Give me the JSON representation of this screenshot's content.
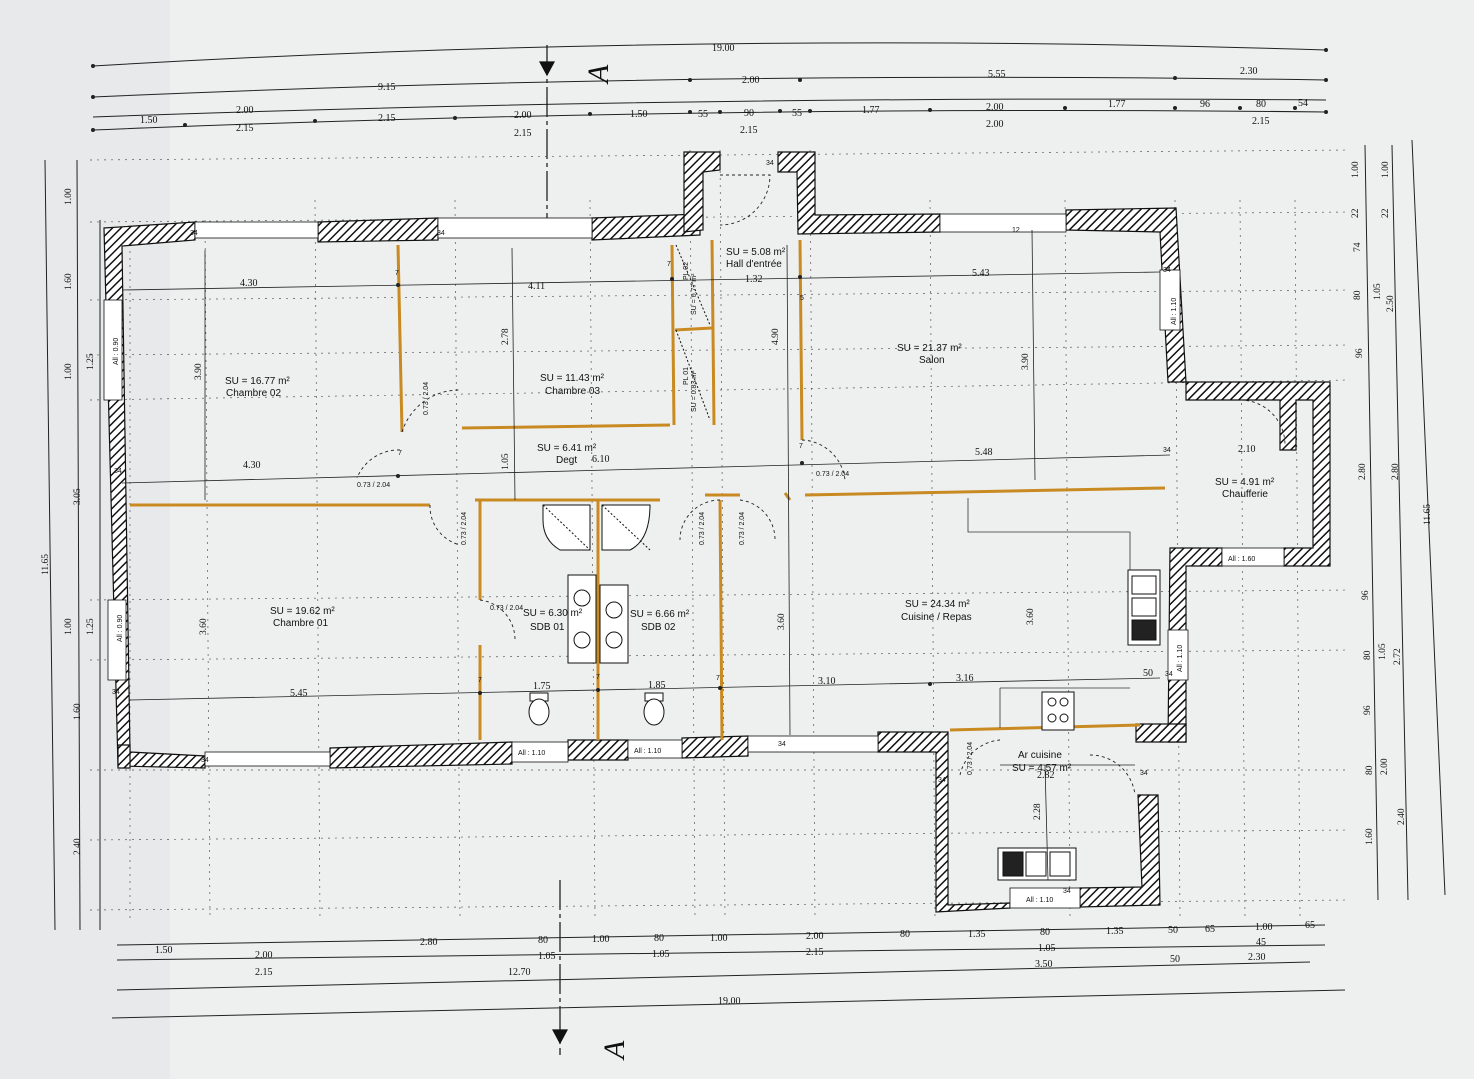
{
  "section_marks": {
    "top": "A",
    "bottom": "A"
  },
  "top_dims": {
    "overall": "19.00",
    "row2": [
      "9.15",
      "2.00",
      "5.55",
      "2.30"
    ],
    "row3": [
      "2.00",
      "2.15",
      "2.00",
      "1.50",
      "55",
      "90",
      "55",
      "1.77",
      "2.00",
      "1.77",
      "96",
      "80",
      "54"
    ],
    "row3_sub": [
      "1.50",
      "2.15",
      "2.15",
      "2.15",
      "2.15",
      "2.00"
    ]
  },
  "bottom_dims": {
    "row1": [
      "1.50",
      "2.00",
      "2.80",
      "80",
      "1.00",
      "80",
      "1.00",
      "2.00",
      "80",
      "1.35",
      "80",
      "1.35",
      "50",
      "65",
      "1.00",
      "65"
    ],
    "row2": [
      "2.15",
      "1.05",
      "1.05",
      "2.15",
      "1.05",
      "45",
      "50",
      "2.30"
    ],
    "row3": [
      "12.70",
      "3.50"
    ],
    "overall": "19.00"
  },
  "left_dims": {
    "overall": "11.65",
    "inner": [
      "1.00",
      "1.60",
      "1.25",
      "3.05",
      "1.25",
      "1.60",
      "2.40"
    ],
    "inner2": [
      "1.00",
      "1.00"
    ]
  },
  "right_dims": {
    "overall": "11.65",
    "col1": [
      "1.00",
      "22",
      "74",
      "80",
      "96",
      "96",
      "80",
      "96",
      "80",
      "1.60"
    ],
    "col2": [
      "1.00",
      "22",
      "1.05",
      "2.80",
      "1.05",
      "2.00"
    ],
    "col3": [
      "2.50",
      "2.80",
      "2.72",
      "2.40"
    ]
  },
  "rooms": [
    {
      "area": "SU = 16.77 m²",
      "name": "Chambre 02"
    },
    {
      "area": "SU = 11.43 m²",
      "name": "Chambre 03"
    },
    {
      "area": "SU = 5.08 m²",
      "name": "Hall d'entrée"
    },
    {
      "area": "SU = 21.37 m²",
      "name": "Salon"
    },
    {
      "area": "SU = 6.41 m²",
      "name": "Degt"
    },
    {
      "area": "SU = 4.91 m²",
      "name": "Chaufferie"
    },
    {
      "area": "SU = 19.62 m²",
      "name": "Chambre 01"
    },
    {
      "area": "SU = 6.30 m²",
      "name": "SDB 01"
    },
    {
      "area": "SU = 6.66 m²",
      "name": "SDB 02"
    },
    {
      "area": "SU = 24.34 m²",
      "name": "Cuisine / Repas"
    },
    {
      "area": "SU = 4.57 m²",
      "name": "Ar cuisine"
    }
  ],
  "placards": [
    {
      "area": "SU = 0.77 m²",
      "name": "PL 02"
    },
    {
      "area": "SU = 0.83 m²",
      "name": "PL 01"
    }
  ],
  "interior_dims": {
    "chambre02_w": "4.30",
    "chambre02_h": "3.90",
    "chambre03_w": "4.11",
    "chambre03_h": "2.78",
    "hall_w": "1.32",
    "hall_h": "4.90",
    "salon_w": "5.43",
    "salon_h": "3.90",
    "degt_w": "6.10",
    "degt_h": "1.05",
    "chambre01_w_top": "4.30",
    "chambre01_h": "3.60",
    "chambre01_w": "5.45",
    "sdb01_w": "1.75",
    "sdb02_w": "1.85",
    "cuisine_w1": "5.48",
    "cuisine_w2": "3.10",
    "cuisine_w3": "3.16",
    "cuisine_h1": "3.60",
    "cuisine_h2": "3.60",
    "chauf_w": "2.10",
    "arcuisine_w": "2.82",
    "arcuisine_h": "2.28",
    "salon_h2": "3.90",
    "wall_34": "34",
    "wall_7": "7",
    "dist_50": "50",
    "wall_12": "12",
    "wall_5": "5"
  },
  "door_labels": [
    "0.73 / 2.04"
  ],
  "window_labels": [
    "All : 0.90",
    "All : 1.10",
    "All : 1.60"
  ]
}
